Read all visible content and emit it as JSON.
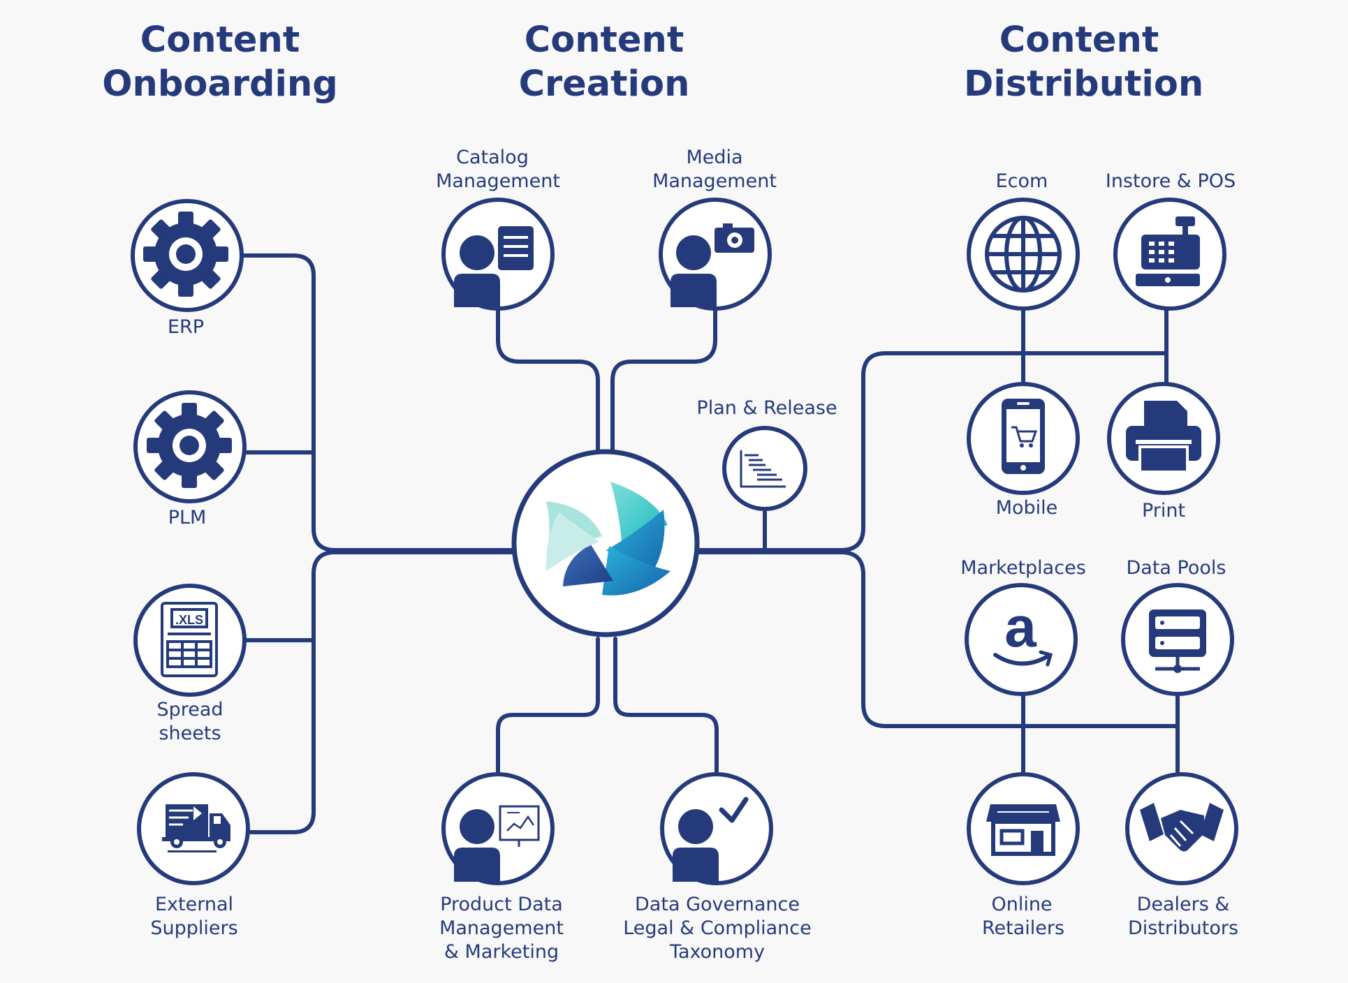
{
  "headers": {
    "onboarding": "Content Onboarding",
    "creation": "Content Creation",
    "distribution": "Content Distribution"
  },
  "onboarding": {
    "erp": "ERP",
    "plm": "PLM",
    "spreadsheets_line1": "Spread",
    "spreadsheets_line2": "sheets",
    "spreadsheets_icon_text": ".XLS",
    "suppliers_line1": "External",
    "suppliers_line2": "Suppliers"
  },
  "creation": {
    "catalog_line1": "Catalog",
    "catalog_line2": "Management",
    "media_line1": "Media",
    "media_line2": "Management",
    "plan_release": "Plan & Release",
    "pdm_line1": "Product Data",
    "pdm_line2": "Management",
    "pdm_line3": "& Marketing",
    "governance_line1": "Data Governance",
    "governance_line2": "Legal & Compliance",
    "governance_line3": "Taxonomy"
  },
  "distribution": {
    "ecom": "Ecom",
    "instore": "Instore & POS",
    "mobile": "Mobile",
    "print": "Print",
    "marketplaces": "Marketplaces",
    "marketplaces_icon_text": "a",
    "datapools": "Data Pools",
    "online_line1": "Online",
    "online_line2": "Retailers",
    "dealers_line1": "Dealers &",
    "dealers_line2": "Distributors"
  },
  "colors": {
    "navy": "#253a7a",
    "background": "#f8f8f9",
    "teal": "#2ec4c6",
    "blue": "#1a7fc4",
    "deep_blue": "#244f98"
  },
  "icons": [
    "gear-icon",
    "xls-sheet-icon",
    "delivery-truck-icon",
    "person-document-icon",
    "person-camera-icon",
    "gantt-chart-icon",
    "aperture-logo-icon",
    "person-chart-icon",
    "person-check-icon",
    "globe-icon",
    "cash-register-icon",
    "mobile-cart-icon",
    "printer-icon",
    "amazon-icon",
    "server-icon",
    "storefront-icon",
    "handshake-icon"
  ]
}
